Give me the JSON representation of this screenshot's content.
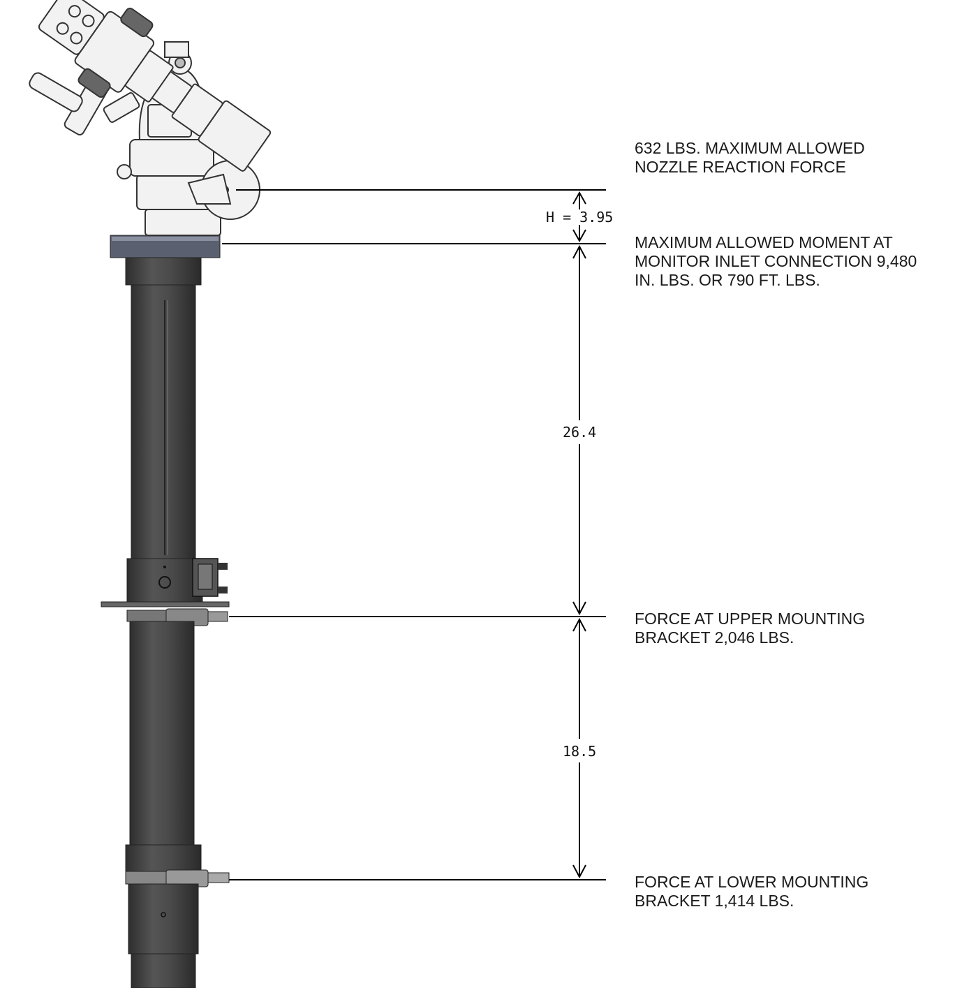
{
  "colors": {
    "pipe": "#4a4a4a",
    "pipe_dark": "#2f2f2f",
    "pipe_light": "#6b6b6b",
    "flange": "#5a6070",
    "monitor_line": "#333333",
    "monitor_fill": "#f2f2f2",
    "dimension": "#000000"
  },
  "callouts": {
    "nozzle_force": [
      "632 LBS. MAXIMUM ALLOWED",
      "NOZZLE REACTION FORCE"
    ],
    "moment": [
      "MAXIMUM ALLOWED MOMENT AT",
      "MONITOR INLET CONNECTION 9,480",
      "IN. LBS. OR 790 FT. LBS."
    ],
    "upper_bracket": [
      "FORCE AT UPPER MOUNTING",
      "BRACKET 2,046 LBS."
    ],
    "lower_bracket": [
      "FORCE AT LOWER MOUNTING",
      "BRACKET 1,414 LBS."
    ]
  },
  "dimensions": {
    "h": "H = 3.95",
    "upper_span": "26.4",
    "lower_span": "18.5"
  }
}
